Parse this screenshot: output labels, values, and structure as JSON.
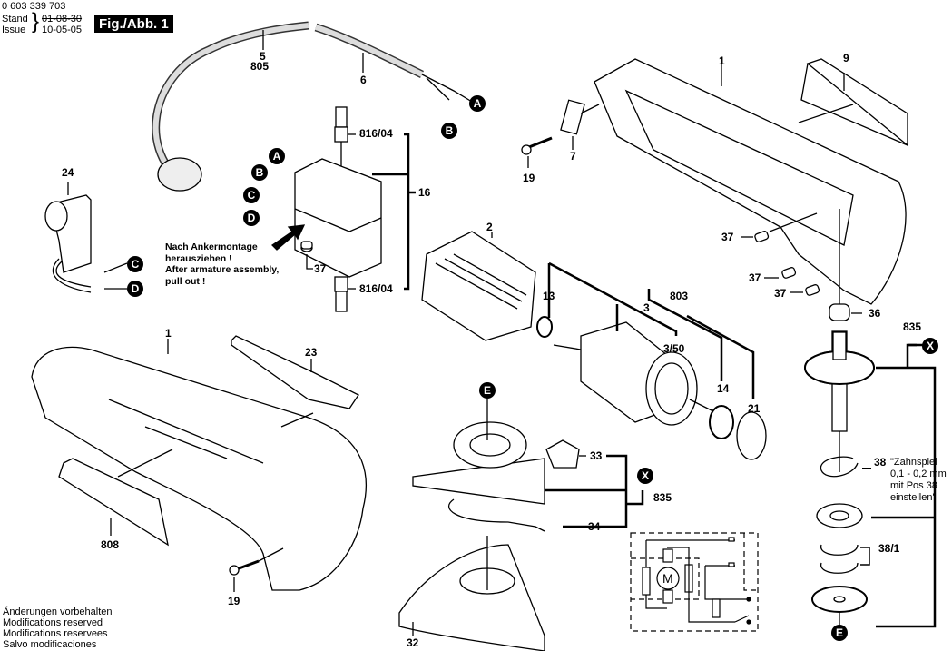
{
  "header": {
    "part_number": "0 603 339 703",
    "stand_label": "Stand",
    "issue_label": "Issue",
    "stand_date_struck": "01-08-30",
    "issue_date": "10-05-05",
    "figure_label": "Fig./Abb. 1"
  },
  "parts": {
    "p5": "5",
    "p805": "805",
    "p6": "6",
    "p816a": "816/04",
    "p816b": "816/04",
    "p16": "16",
    "p24": "24",
    "p37a": "37",
    "p2": "2",
    "p13": "13",
    "p3": "3",
    "p803": "803",
    "p350": "3/50",
    "p14": "14",
    "p21": "21",
    "p1top": "1",
    "p9": "9",
    "p7": "7",
    "p19top": "19",
    "p37b": "37",
    "p37c": "37",
    "p37d": "37",
    "p36": "36",
    "p835top": "835",
    "p38": "38",
    "p381": "38/1",
    "p1bot": "1",
    "p23": "23",
    "p808": "808",
    "p19bot": "19",
    "p33": "33",
    "p34": "34",
    "p835mid": "835",
    "p32": "32"
  },
  "bullets": {
    "A_cable": "A",
    "B_cable": "B",
    "A_switch": "A",
    "B_switch": "B",
    "C_switch": "C",
    "D_switch": "D",
    "C_pcb": "C",
    "D_pcb": "D",
    "E_pad": "E",
    "X_mid": "X",
    "X_right": "X",
    "E_bottom": "E"
  },
  "notes": {
    "assembly_de_1": "Nach Ankermontage",
    "assembly_de_2": "herausziehen !",
    "assembly_en_1": "After armature assembly,",
    "assembly_en_2": "pull out !",
    "gear_note_1": "\"Zahnspiel",
    "gear_note_2": "0,1 - 0,2 mm",
    "gear_note_3": "mit Pos 38",
    "gear_note_4": "einstellen\""
  },
  "schematic": {
    "motor_symbol": "M"
  },
  "footer": {
    "line1": "Änderungen vorbehalten",
    "line2": "Modifications reserved",
    "line3": "Modifications reservees",
    "line4": "Salvo modificaciones"
  }
}
